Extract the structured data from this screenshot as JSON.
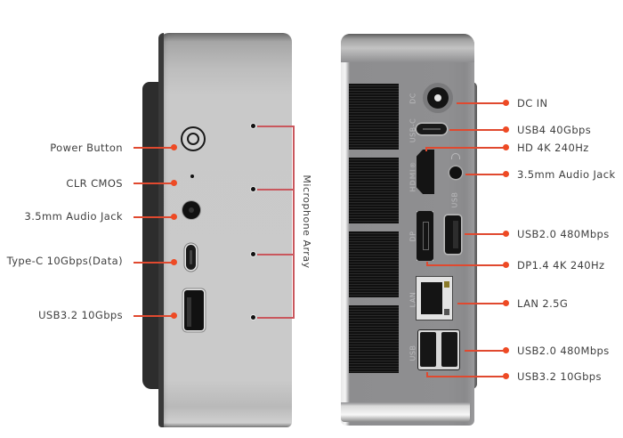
{
  "figure": {
    "front_panel": {
      "callouts": [
        {
          "label": "Power Button"
        },
        {
          "label": "CLR CMOS"
        },
        {
          "label": "3.5mm Audio Jack"
        },
        {
          "label": "Type-C 10Gbps(Data)"
        },
        {
          "label": "USB3.2 10Gbps"
        }
      ],
      "microphone_group_label": "Microphone Array",
      "microphone_count": 4
    },
    "rear_panel": {
      "printed_port_labels": {
        "dc": "DC",
        "usb_c": "USB-C",
        "hdmi": "HDMI®",
        "usb_top": "USB",
        "dp": "DP",
        "lan": "LAN",
        "usb_bottom": "USB"
      },
      "callouts": [
        {
          "label": "DC IN"
        },
        {
          "label": "USB4 40Gbps"
        },
        {
          "label": "HD 4K 240Hz"
        },
        {
          "label": "3.5mm Audio Jack"
        },
        {
          "label": "USB2.0 480Mbps"
        },
        {
          "label": "DP1.4 4K 240Hz"
        },
        {
          "label": "LAN 2.5G"
        },
        {
          "label": "USB2.0 480Mbps"
        },
        {
          "label": "USB3.2 10Gbps"
        }
      ]
    },
    "colors": {
      "callout_line": "#e0492f",
      "callout_dot": "#ee4a24",
      "mic_bracket": "#c9575d",
      "label_text": "#3f3f3f",
      "chassis_silver": "#c9c9c9",
      "chassis_rear_gray": "#8f8f91"
    }
  }
}
